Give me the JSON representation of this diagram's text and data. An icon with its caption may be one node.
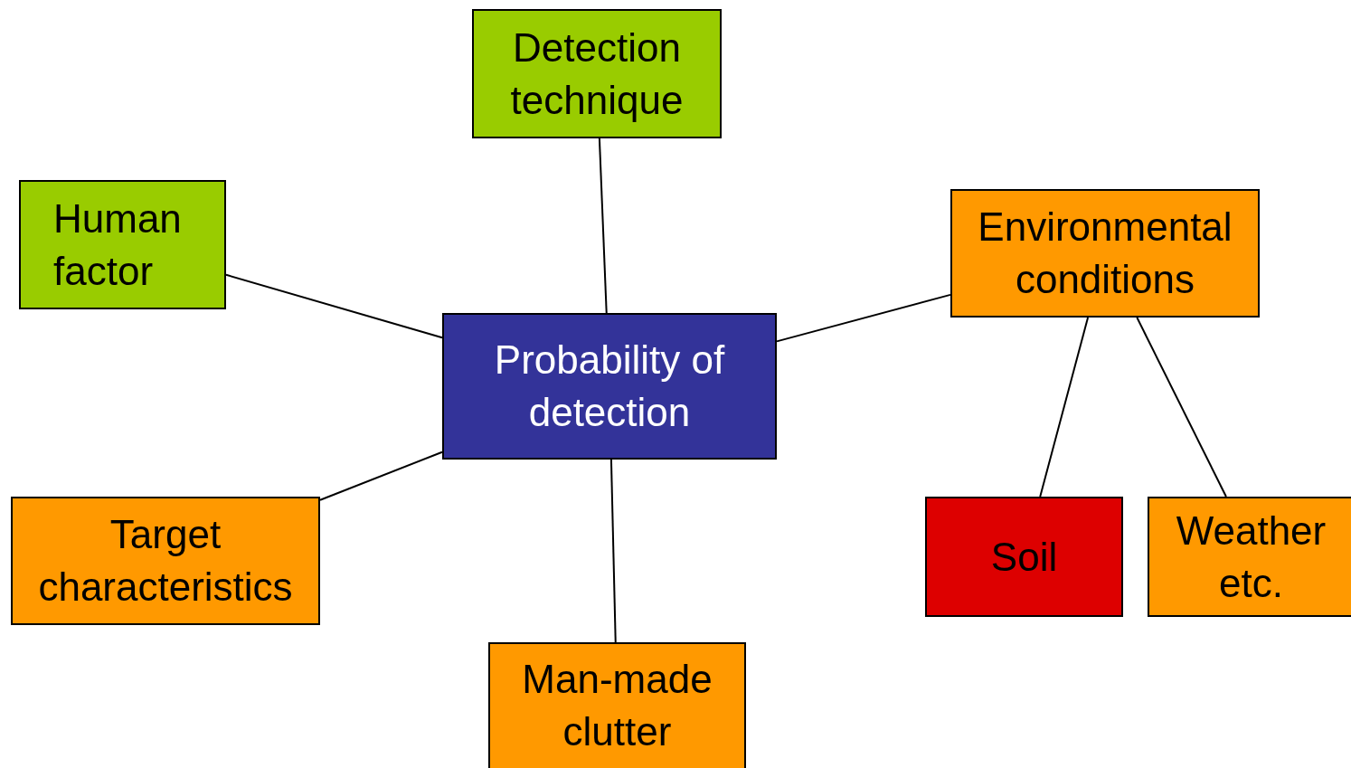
{
  "diagram": {
    "nodes": [
      {
        "text": [
          "Detection technique"
        ]
      },
      {
        "text": [
          "Human factor"
        ]
      },
      {
        "text": [
          "Probability of detection"
        ]
      },
      {
        "text": [
          "Environmental conditions"
        ]
      },
      {
        "text": [
          "Target characteristics"
        ]
      },
      {
        "text": [
          "Soil"
        ]
      },
      {
        "text": [
          "Weather etc."
        ]
      },
      {
        "text": [
          "Man-made clutter"
        ]
      }
    ],
    "edges": [
      {
        "from": 0,
        "to": 2,
        "arrow": "none"
      },
      {
        "from": 1,
        "to": 2,
        "arrow": "none"
      },
      {
        "from": 3,
        "to": 2,
        "arrow": "none"
      },
      {
        "from": 4,
        "to": 2,
        "arrow": "none"
      },
      {
        "from": 2,
        "to": 7,
        "arrow": "none"
      },
      {
        "from": 3,
        "to": 5,
        "arrow": "none"
      },
      {
        "from": 3,
        "to": 6,
        "arrow": "none"
      }
    ]
  }
}
